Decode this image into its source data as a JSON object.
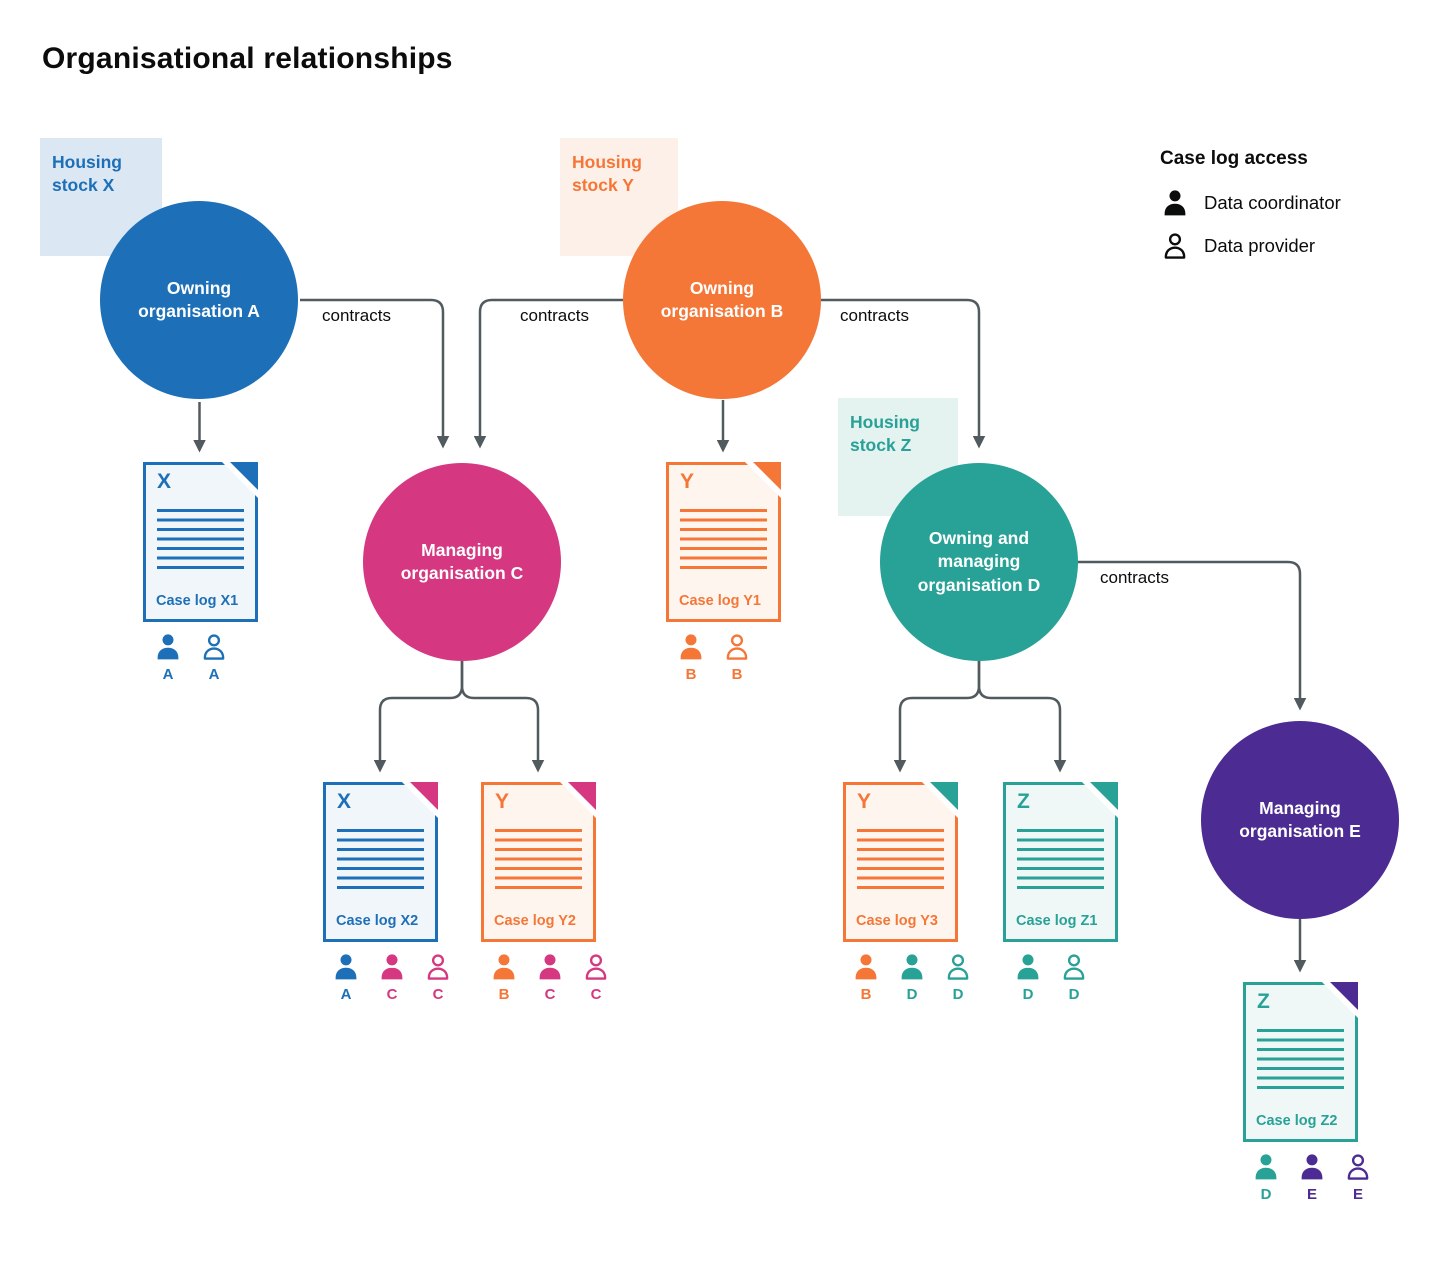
{
  "title": "Organisational relationships",
  "legend": {
    "title": "Case log access",
    "items": [
      {
        "icon": "data-coordinator-icon",
        "label": "Data coordinator"
      },
      {
        "icon": "data-provider-icon",
        "label": "Data provider"
      }
    ]
  },
  "housing_stocks": [
    {
      "id": "X",
      "label": "Housing stock X",
      "color": "#1d70b8"
    },
    {
      "id": "Y",
      "label": "Housing stock Y",
      "color": "#f47738"
    },
    {
      "id": "Z",
      "label": "Housing stock Z",
      "color": "#28a197"
    }
  ],
  "organisations": [
    {
      "id": "A",
      "label": "Owning organisation A",
      "color": "#1d70b8"
    },
    {
      "id": "B",
      "label": "Owning organisation B",
      "color": "#f47738"
    },
    {
      "id": "C",
      "label": "Managing organisation C",
      "color": "#d53880"
    },
    {
      "id": "D",
      "label": "Owning and managing organisation D",
      "color": "#28a197"
    },
    {
      "id": "E",
      "label": "Managing organisation E",
      "color": "#4c2c92"
    }
  ],
  "contract_labels": [
    "contracts",
    "contracts",
    "contracts",
    "contracts"
  ],
  "case_logs": [
    {
      "letter": "X",
      "label": "Case log X1",
      "color": "#1d70b8",
      "fold_color": "#1d70b8",
      "access": [
        {
          "role": "data-coordinator",
          "letter": "A",
          "color": "#1d70b8"
        },
        {
          "role": "data-provider",
          "letter": "A",
          "color": "#1d70b8"
        }
      ]
    },
    {
      "letter": "Y",
      "label": "Case log Y1",
      "color": "#f47738",
      "fold_color": "#f47738",
      "access": [
        {
          "role": "data-coordinator",
          "letter": "B",
          "color": "#f47738"
        },
        {
          "role": "data-provider",
          "letter": "B",
          "color": "#f47738"
        }
      ]
    },
    {
      "letter": "X",
      "label": "Case log X2",
      "color": "#1d70b8",
      "fold_color": "#d53880",
      "access": [
        {
          "role": "data-coordinator",
          "letter": "A",
          "color": "#1d70b8"
        },
        {
          "role": "data-coordinator",
          "letter": "C",
          "color": "#d53880"
        },
        {
          "role": "data-provider",
          "letter": "C",
          "color": "#d53880"
        }
      ]
    },
    {
      "letter": "Y",
      "label": "Case log Y2",
      "color": "#f47738",
      "fold_color": "#d53880",
      "access": [
        {
          "role": "data-coordinator",
          "letter": "B",
          "color": "#f47738"
        },
        {
          "role": "data-coordinator",
          "letter": "C",
          "color": "#d53880"
        },
        {
          "role": "data-provider",
          "letter": "C",
          "color": "#d53880"
        }
      ]
    },
    {
      "letter": "Y",
      "label": "Case log Y3",
      "color": "#f47738",
      "fold_color": "#28a197",
      "access": [
        {
          "role": "data-coordinator",
          "letter": "B",
          "color": "#f47738"
        },
        {
          "role": "data-coordinator",
          "letter": "D",
          "color": "#28a197"
        },
        {
          "role": "data-provider",
          "letter": "D",
          "color": "#28a197"
        }
      ]
    },
    {
      "letter": "Z",
      "label": "Case log Z1",
      "color": "#28a197",
      "fold_color": "#28a197",
      "access": [
        {
          "role": "data-coordinator",
          "letter": "D",
          "color": "#28a197"
        },
        {
          "role": "data-provider",
          "letter": "D",
          "color": "#28a197"
        }
      ]
    },
    {
      "letter": "Z",
      "label": "Case log Z2",
      "color": "#28a197",
      "fold_color": "#4c2c92",
      "access": [
        {
          "role": "data-coordinator",
          "letter": "D",
          "color": "#28a197"
        },
        {
          "role": "data-coordinator",
          "letter": "E",
          "color": "#4c2c92"
        },
        {
          "role": "data-provider",
          "letter": "E",
          "color": "#4c2c92"
        }
      ]
    }
  ],
  "colors": {
    "blue": "#1d70b8",
    "orange": "#f47738",
    "pink": "#d53880",
    "teal": "#28a197",
    "purple": "#4c2c92",
    "arrow_grey": "#505a5f",
    "text": "#0b0c0c",
    "stock_x_bg": "#dbe7f2",
    "stock_y_bg": "#fdf0e8",
    "stock_z_bg": "#e4f2f0",
    "doc_blue_bg": "#f1f6fa",
    "doc_orange_bg": "#fef5ef",
    "doc_teal_bg": "#f0f8f7"
  }
}
